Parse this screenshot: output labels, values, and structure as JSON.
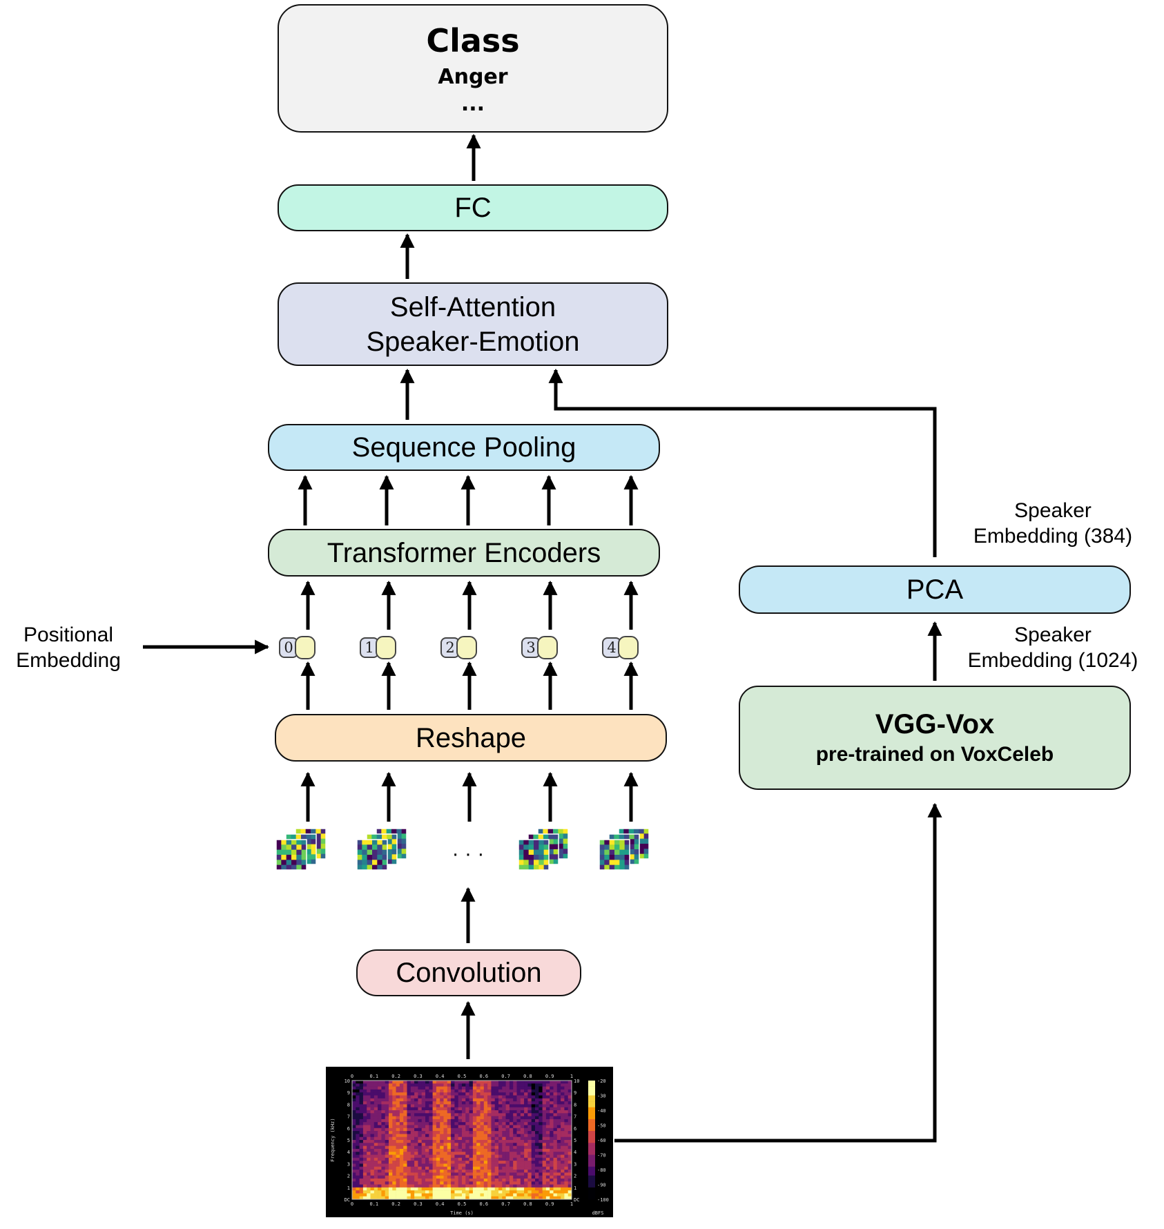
{
  "nodes": {
    "class": {
      "title": "Class",
      "example": "Anger",
      "more": "..."
    },
    "fc": "FC",
    "self_attention": {
      "line1": "Self-Attention",
      "line2": "Speaker-Emotion"
    },
    "sequence_pooling": "Sequence Pooling",
    "transformer": "Transformer Encoders",
    "reshape": "Reshape",
    "convolution": "Convolution",
    "pca": "PCA",
    "vgg": {
      "title": "VGG-Vox",
      "subtitle": "pre-trained on VoxCeleb"
    }
  },
  "annotations": {
    "positional": {
      "line1": "Positional",
      "line2": "Embedding"
    },
    "speaker_384": {
      "line1": "Speaker",
      "line2": "Embedding (384)"
    },
    "speaker_1024": {
      "line1": "Speaker",
      "line2": "Embedding (1024)"
    }
  },
  "position_tokens": [
    "0",
    "1",
    "2",
    "3",
    "4"
  ],
  "patch_ellipsis": "· · ·",
  "spectrogram": {
    "x_ticks": [
      "0",
      "0.1",
      "0.2",
      "0.3",
      "0.4",
      "0.5",
      "0.6",
      "0.7",
      "0.8",
      "0.9",
      "1"
    ],
    "y_ticks": [
      "10",
      "9",
      "8",
      "7",
      "6",
      "5",
      "4",
      "3",
      "2",
      "1",
      "DC"
    ],
    "x_label": "Time (s)",
    "y_label": "Frequency (kHz)",
    "colorbar_ticks": [
      "-20",
      "-30",
      "-40",
      "-50",
      "-60",
      "-70",
      "-80",
      "-90",
      "-100"
    ],
    "colorbar_unit": "dBFS"
  },
  "colors": {
    "class_fill": "#f2f2f2",
    "fc_fill": "#c2f5e4",
    "attention_fill": "#dce0ef",
    "pooling_fill": "#c5e8f6",
    "transformer_fill": "#d5ead6",
    "reshape_fill": "#fde2bf",
    "convolution_fill": "#f8d9d9",
    "pca_fill": "#c5e8f6",
    "vgg_fill": "#d5ead6",
    "token_index_fill": "#dce0ef",
    "token_embed_fill": "#f6f5bf"
  }
}
